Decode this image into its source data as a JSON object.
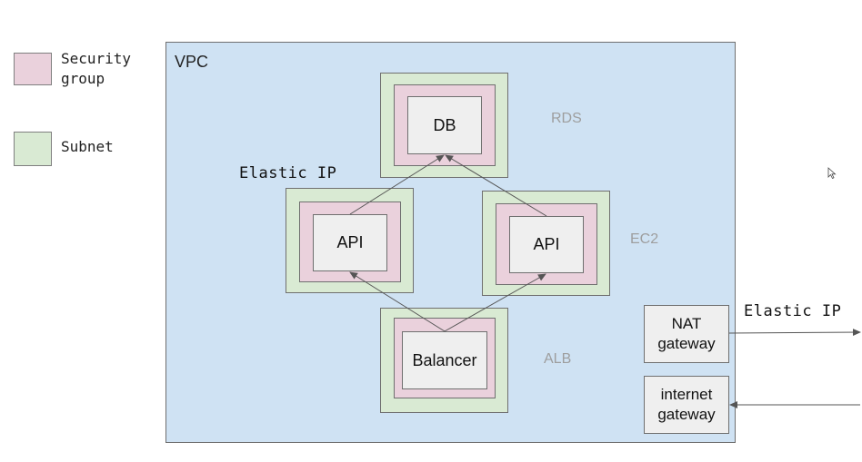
{
  "legend": {
    "security_group": "Security\ngroup",
    "subnet": "Subnet"
  },
  "vpc": {
    "label": "VPC"
  },
  "nodes": {
    "db": "DB",
    "api_left": "API",
    "api_right": "API",
    "balancer": "Balancer"
  },
  "service_labels": {
    "rds": "RDS",
    "ec2": "EC2",
    "alb": "ALB"
  },
  "elastic_ip_left": "Elastic IP",
  "elastic_ip_right": "Elastic IP",
  "gateways": {
    "nat": "NAT\ngateway",
    "internet": "internet\ngateway"
  },
  "colors": {
    "vpc": "#cfe2f3",
    "subnet": "#d9ead3",
    "security_group": "#ead1dc",
    "node": "#efefef"
  }
}
